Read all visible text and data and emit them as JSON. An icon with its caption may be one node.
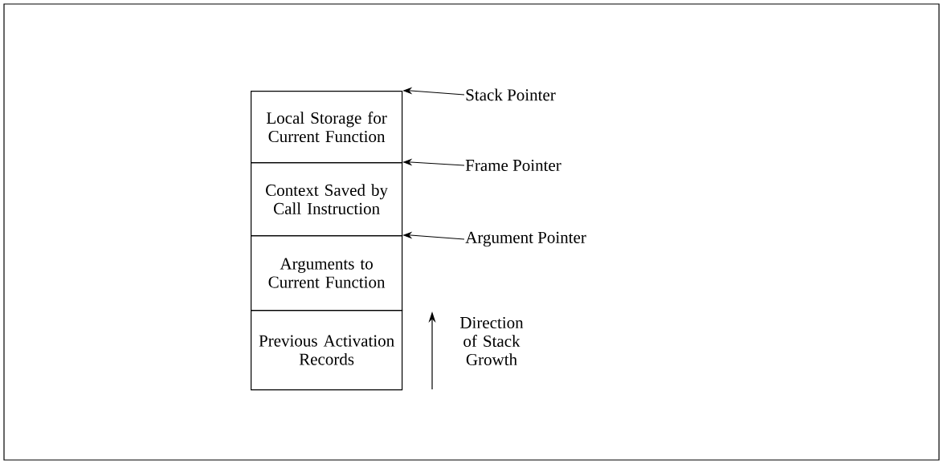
{
  "diagram": {
    "nodes": [
      {
        "text": [
          "Local Storage for Current Function"
        ]
      },
      {
        "text": [
          "Context Saved by Call Instruction"
        ]
      },
      {
        "text": [
          "Arguments to Current Function"
        ]
      },
      {
        "text": [
          "Previous Activation Records"
        ]
      },
      {
        "text": [
          "Stack Pointer"
        ]
      },
      {
        "text": [
          "Frame Pointer"
        ]
      },
      {
        "text": [
          "Argument Pointer"
        ]
      }
    ],
    "edges": [
      {
        "from": 4,
        "to": 0,
        "arrow": "to"
      },
      {
        "from": 5,
        "to": 1,
        "arrow": "to"
      },
      {
        "from": 6,
        "to": 2,
        "arrow": "to"
      }
    ],
    "labels": [
      "Direction of Stack Growth"
    ]
  }
}
